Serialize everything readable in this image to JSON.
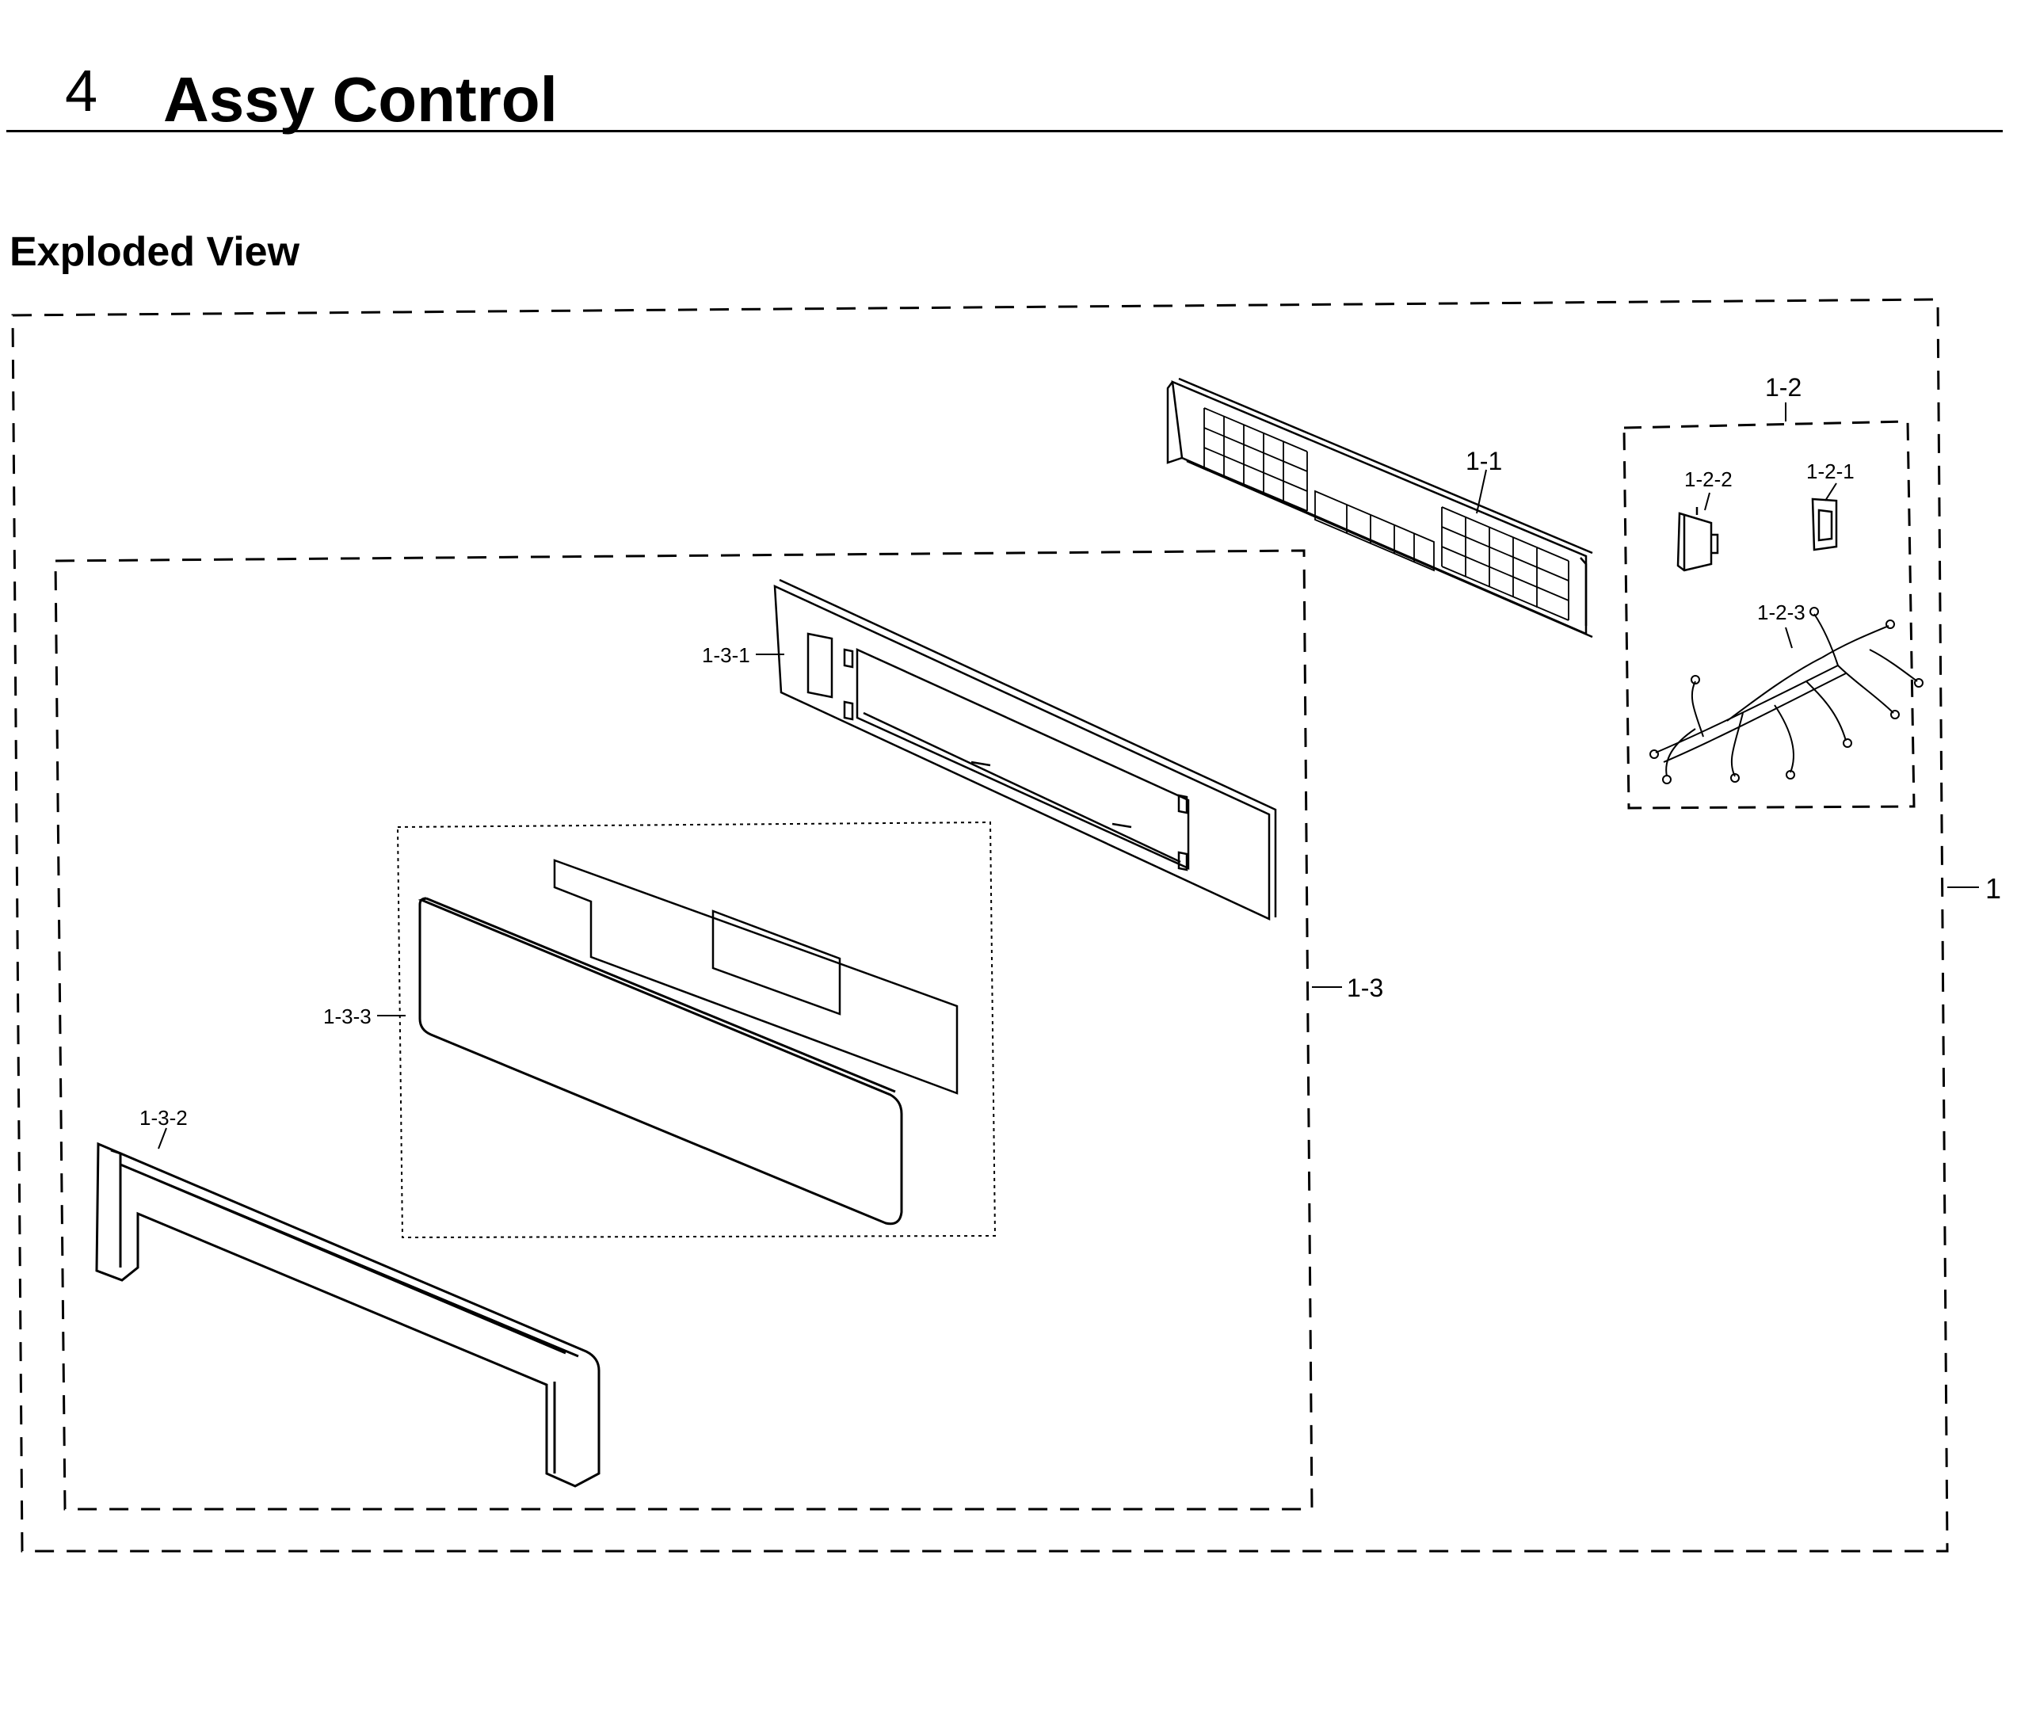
{
  "header": {
    "section_number": "4",
    "section_title": "Assy Control"
  },
  "subtitle": "Exploded View",
  "callouts": {
    "assy": "1",
    "pcb_bracket": "1-1",
    "sub_assy_2": "1-2",
    "part_1_2_1": "1-2-1",
    "part_1_2_2": "1-2-2",
    "wire_harness": "1-2-3",
    "sub_assy_3": "1-3",
    "frame": "1-3-1",
    "trim": "1-3-2",
    "panel_window": "1-3-3"
  }
}
